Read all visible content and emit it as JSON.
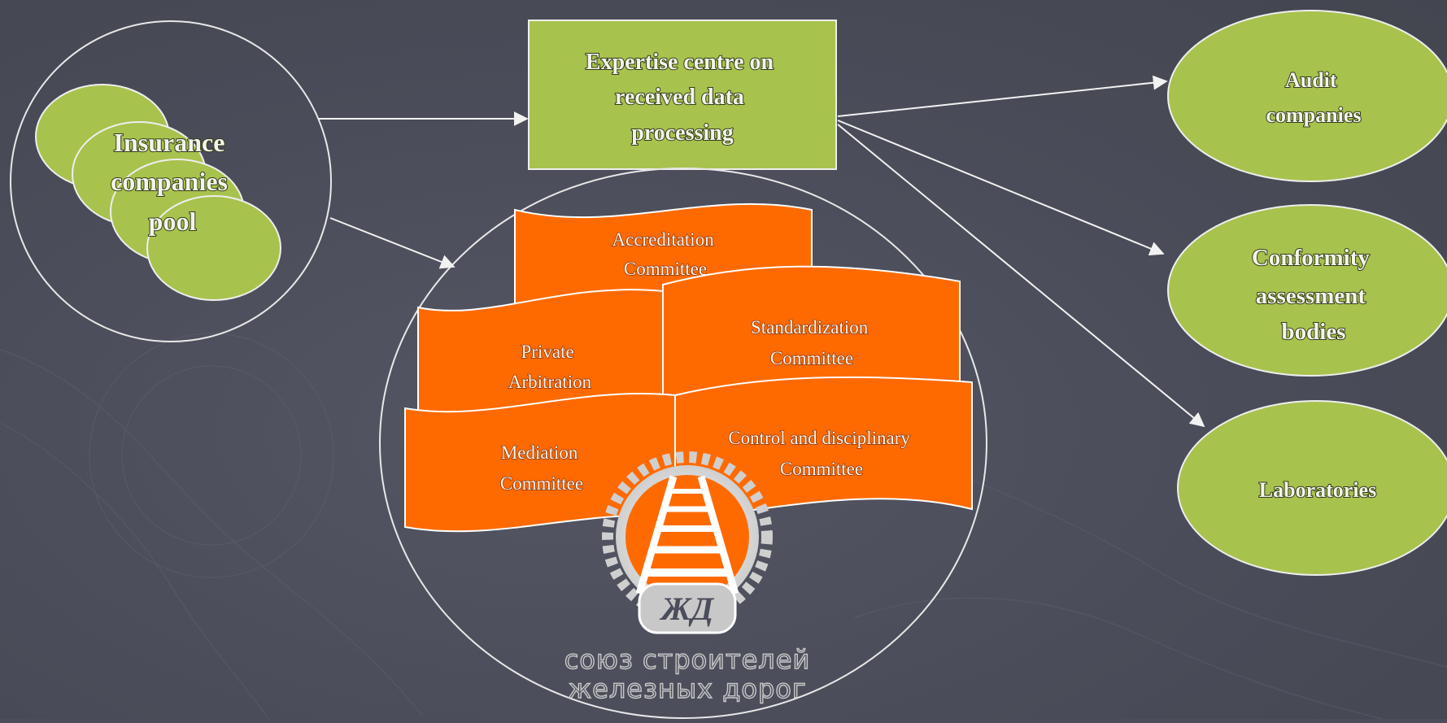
{
  "nodes": {
    "pool": {
      "lines": [
        "Insurance",
        "companies",
        "pool"
      ]
    },
    "expertise": {
      "lines": [
        "Expertise centre on",
        "received data",
        "processing"
      ]
    },
    "audit": {
      "lines": [
        "Audit",
        "companies"
      ]
    },
    "conformity": {
      "lines": [
        "Conformity",
        "assessment",
        "bodies"
      ]
    },
    "laboratories": {
      "lines": [
        "Laboratories"
      ]
    }
  },
  "committees": {
    "accreditation": {
      "lines": [
        "Accreditation",
        "Committee"
      ]
    },
    "standardization": {
      "lines": [
        "Standardization",
        "Committee"
      ]
    },
    "private_arbitration": {
      "lines": [
        "Private",
        "Arbitration"
      ]
    },
    "control_disciplinary": {
      "lines": [
        "Control and disciplinary",
        "Committee"
      ]
    },
    "mediation": {
      "lines": [
        "Mediation",
        "Committee"
      ]
    }
  },
  "logo": {
    "emblem": "ЖД",
    "line1": "союз строителей",
    "line2": "железных дорог"
  },
  "colors": {
    "background": "#4b4d5a",
    "node_green": "#a8c24e",
    "committee_orange": "#ff6a00",
    "outline": "#e6e6e6"
  }
}
